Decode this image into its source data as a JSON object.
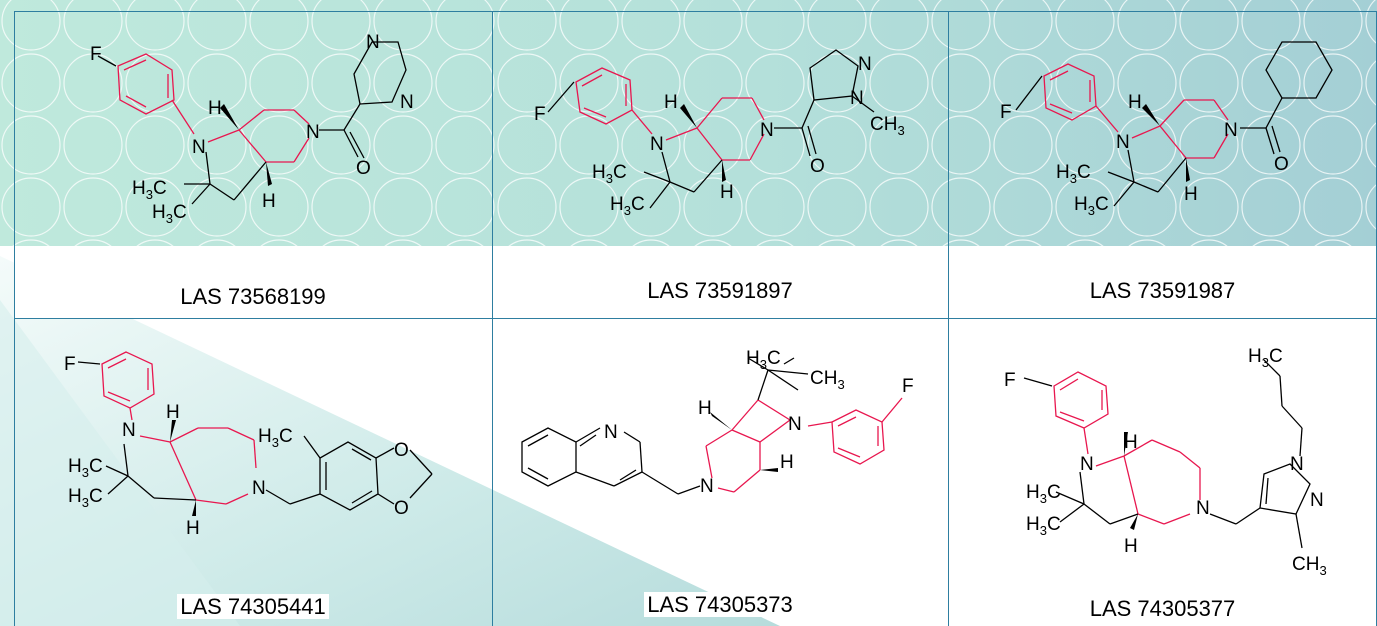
{
  "compounds": [
    {
      "code": "LAS 73568199",
      "atoms": {
        "f": "F",
        "n1": "N",
        "h_top": "H",
        "h_bot": "H",
        "n2": "N",
        "me1": "H3C",
        "me2": "H3C",
        "o": "O",
        "ring_n1": "N",
        "ring_n2": "N"
      }
    },
    {
      "code": "LAS 73591897",
      "atoms": {
        "f": "F",
        "n1": "N",
        "h_top": "H",
        "h_bot": "H",
        "n2": "N",
        "me1": "H3C",
        "me2": "H3C",
        "o": "O",
        "pz_n1": "N",
        "pz_n2": "N",
        "pz_me": "CH3"
      }
    },
    {
      "code": "LAS 73591987",
      "atoms": {
        "f": "F",
        "n1": "N",
        "h_top": "H",
        "h_bot": "H",
        "n2": "N",
        "me1": "H3C",
        "me2": "H3C",
        "o": "O"
      }
    },
    {
      "code": "LAS 74305441",
      "atoms": {
        "f": "F",
        "n1": "N",
        "h_top": "H",
        "h_bot": "H",
        "n2": "N",
        "me1": "H3C",
        "me2": "H3C",
        "ar_me": "H3C",
        "o1": "O",
        "o2": "O"
      }
    },
    {
      "code": "LAS 74305373",
      "atoms": {
        "f": "F",
        "n1": "N",
        "h_top": "H",
        "h_bot": "H",
        "n2": "N",
        "me1": "H3C",
        "me2": "CH3",
        "q_n": "N"
      }
    },
    {
      "code": "LAS 74305377",
      "atoms": {
        "f": "F",
        "n1": "N",
        "h_top": "H",
        "h_bot": "H",
        "n2": "N",
        "me1": "H3C",
        "me2": "H3C",
        "bu": "H3C",
        "pz_n1": "N",
        "pz_n2": "N",
        "pz_me": "CH3"
      }
    }
  ],
  "colors": {
    "grid_line": "#2e7ea0",
    "highlight": "#e8174f",
    "teal_top": "#b8e6dc",
    "teal_bottom": "#a7d3d6"
  }
}
